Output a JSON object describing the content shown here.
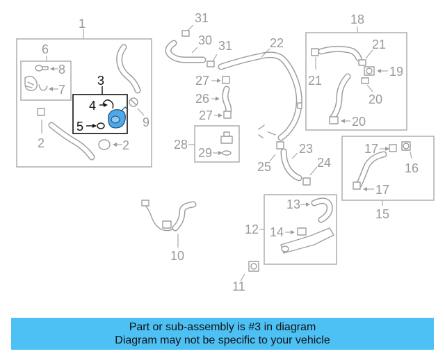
{
  "callouts": {
    "n1": "1",
    "n2a": "2",
    "n2b": "2",
    "n3": "3",
    "n4": "4",
    "n5": "5",
    "n6": "6",
    "n7": "7",
    "n8": "8",
    "n9": "9",
    "n10": "10",
    "n11": "11",
    "n12": "12",
    "n13": "13",
    "n14": "14",
    "n15": "15",
    "n16": "16",
    "n17a": "17",
    "n17b": "17",
    "n18": "18",
    "n19": "19",
    "n20a": "20",
    "n20b": "20",
    "n21a": "21",
    "n21b": "21",
    "n22": "22",
    "n23": "23",
    "n24": "24",
    "n25": "25",
    "n26": "26",
    "n27a": "27",
    "n27b": "27",
    "n28": "28",
    "n29": "29",
    "n30": "30",
    "n31a": "31",
    "n31b": "31"
  },
  "highlight_color": "#4fa8e8",
  "banner": {
    "line1": "Part or sub-assembly is #3 in diagram",
    "line2": "Diagram may not be specific to your vehicle",
    "color": "#4dc0f4"
  }
}
